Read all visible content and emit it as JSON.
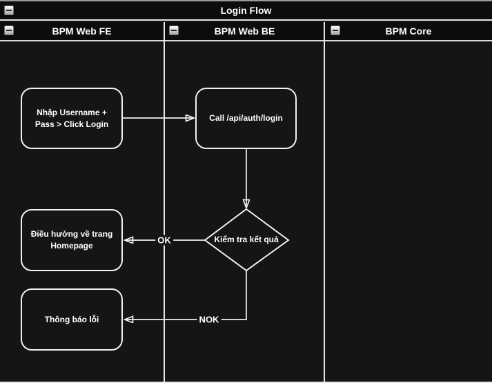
{
  "pool": {
    "title": "Login Flow"
  },
  "lanes": [
    {
      "label": "BPM Web FE"
    },
    {
      "label": "BPM Web BE"
    },
    {
      "label": "BPM Core"
    }
  ],
  "nodes": {
    "enter_credentials": {
      "label": "Nhập Username + Pass > Click Login"
    },
    "call_login_api": {
      "label": "Call /api/auth/login"
    },
    "check_result": {
      "label": "Kiểm tra kết quả"
    },
    "redirect_homepage": {
      "label": "Điều hướng về trang Homepage"
    },
    "show_error": {
      "label": "Thông báo lỗi"
    }
  },
  "edges": {
    "ok_label": "OK",
    "nok_label": "NOK"
  },
  "colors": {
    "canvas_bg": "#151515",
    "header_bg": "#0c0c0c",
    "line": "#f2f2f2",
    "border_top": "#9a9a9a",
    "text": "#ffffff"
  }
}
